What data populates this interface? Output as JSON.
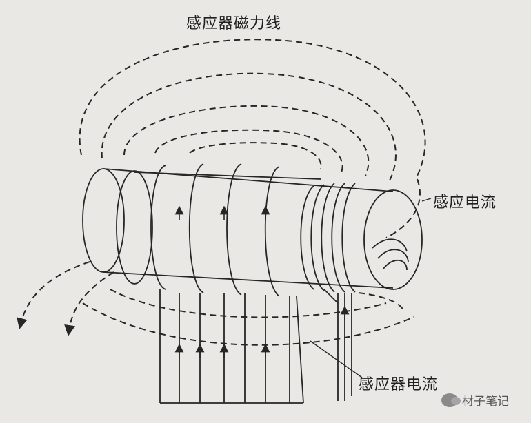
{
  "labels": {
    "magnetic_field_lines": "感应器磁力线",
    "induced_current": "感应电流",
    "inductor_current": "感应器电流"
  },
  "watermark": {
    "text": "材子笔记",
    "icon": "wechat-icon"
  },
  "colors": {
    "background": "#e9e8e5",
    "ink": "#262626"
  }
}
